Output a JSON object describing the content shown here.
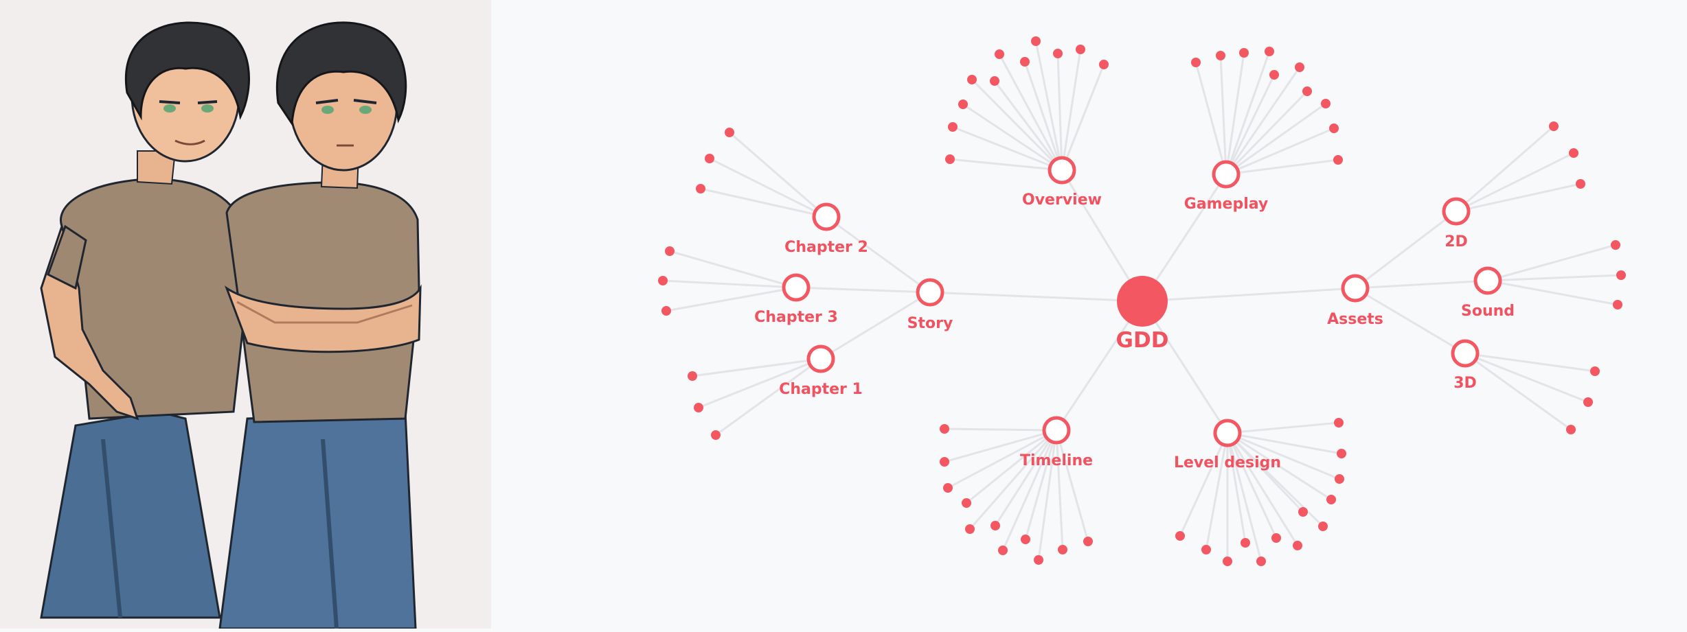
{
  "illustration": {
    "description_icon": "two-characters-illustration-icon"
  },
  "mindmap": {
    "root": {
      "label": "GDD"
    },
    "colors": {
      "accent": "#f25762",
      "edge": "#e3e4e8"
    },
    "branches": [
      {
        "id": "overview",
        "label": "Overview"
      },
      {
        "id": "gameplay",
        "label": "Gameplay"
      },
      {
        "id": "assets",
        "label": "Assets",
        "children": [
          {
            "id": "2d",
            "label": "2D"
          },
          {
            "id": "sound",
            "label": "Sound"
          },
          {
            "id": "3d",
            "label": "3D"
          }
        ]
      },
      {
        "id": "level-design",
        "label": "Level design"
      },
      {
        "id": "timeline",
        "label": "Timeline"
      },
      {
        "id": "story",
        "label": "Story",
        "children": [
          {
            "id": "chapter-2",
            "label": "Chapter 2"
          },
          {
            "id": "chapter-3",
            "label": "Chapter 3"
          },
          {
            "id": "chapter-1",
            "label": "Chapter 1"
          }
        ]
      }
    ]
  }
}
